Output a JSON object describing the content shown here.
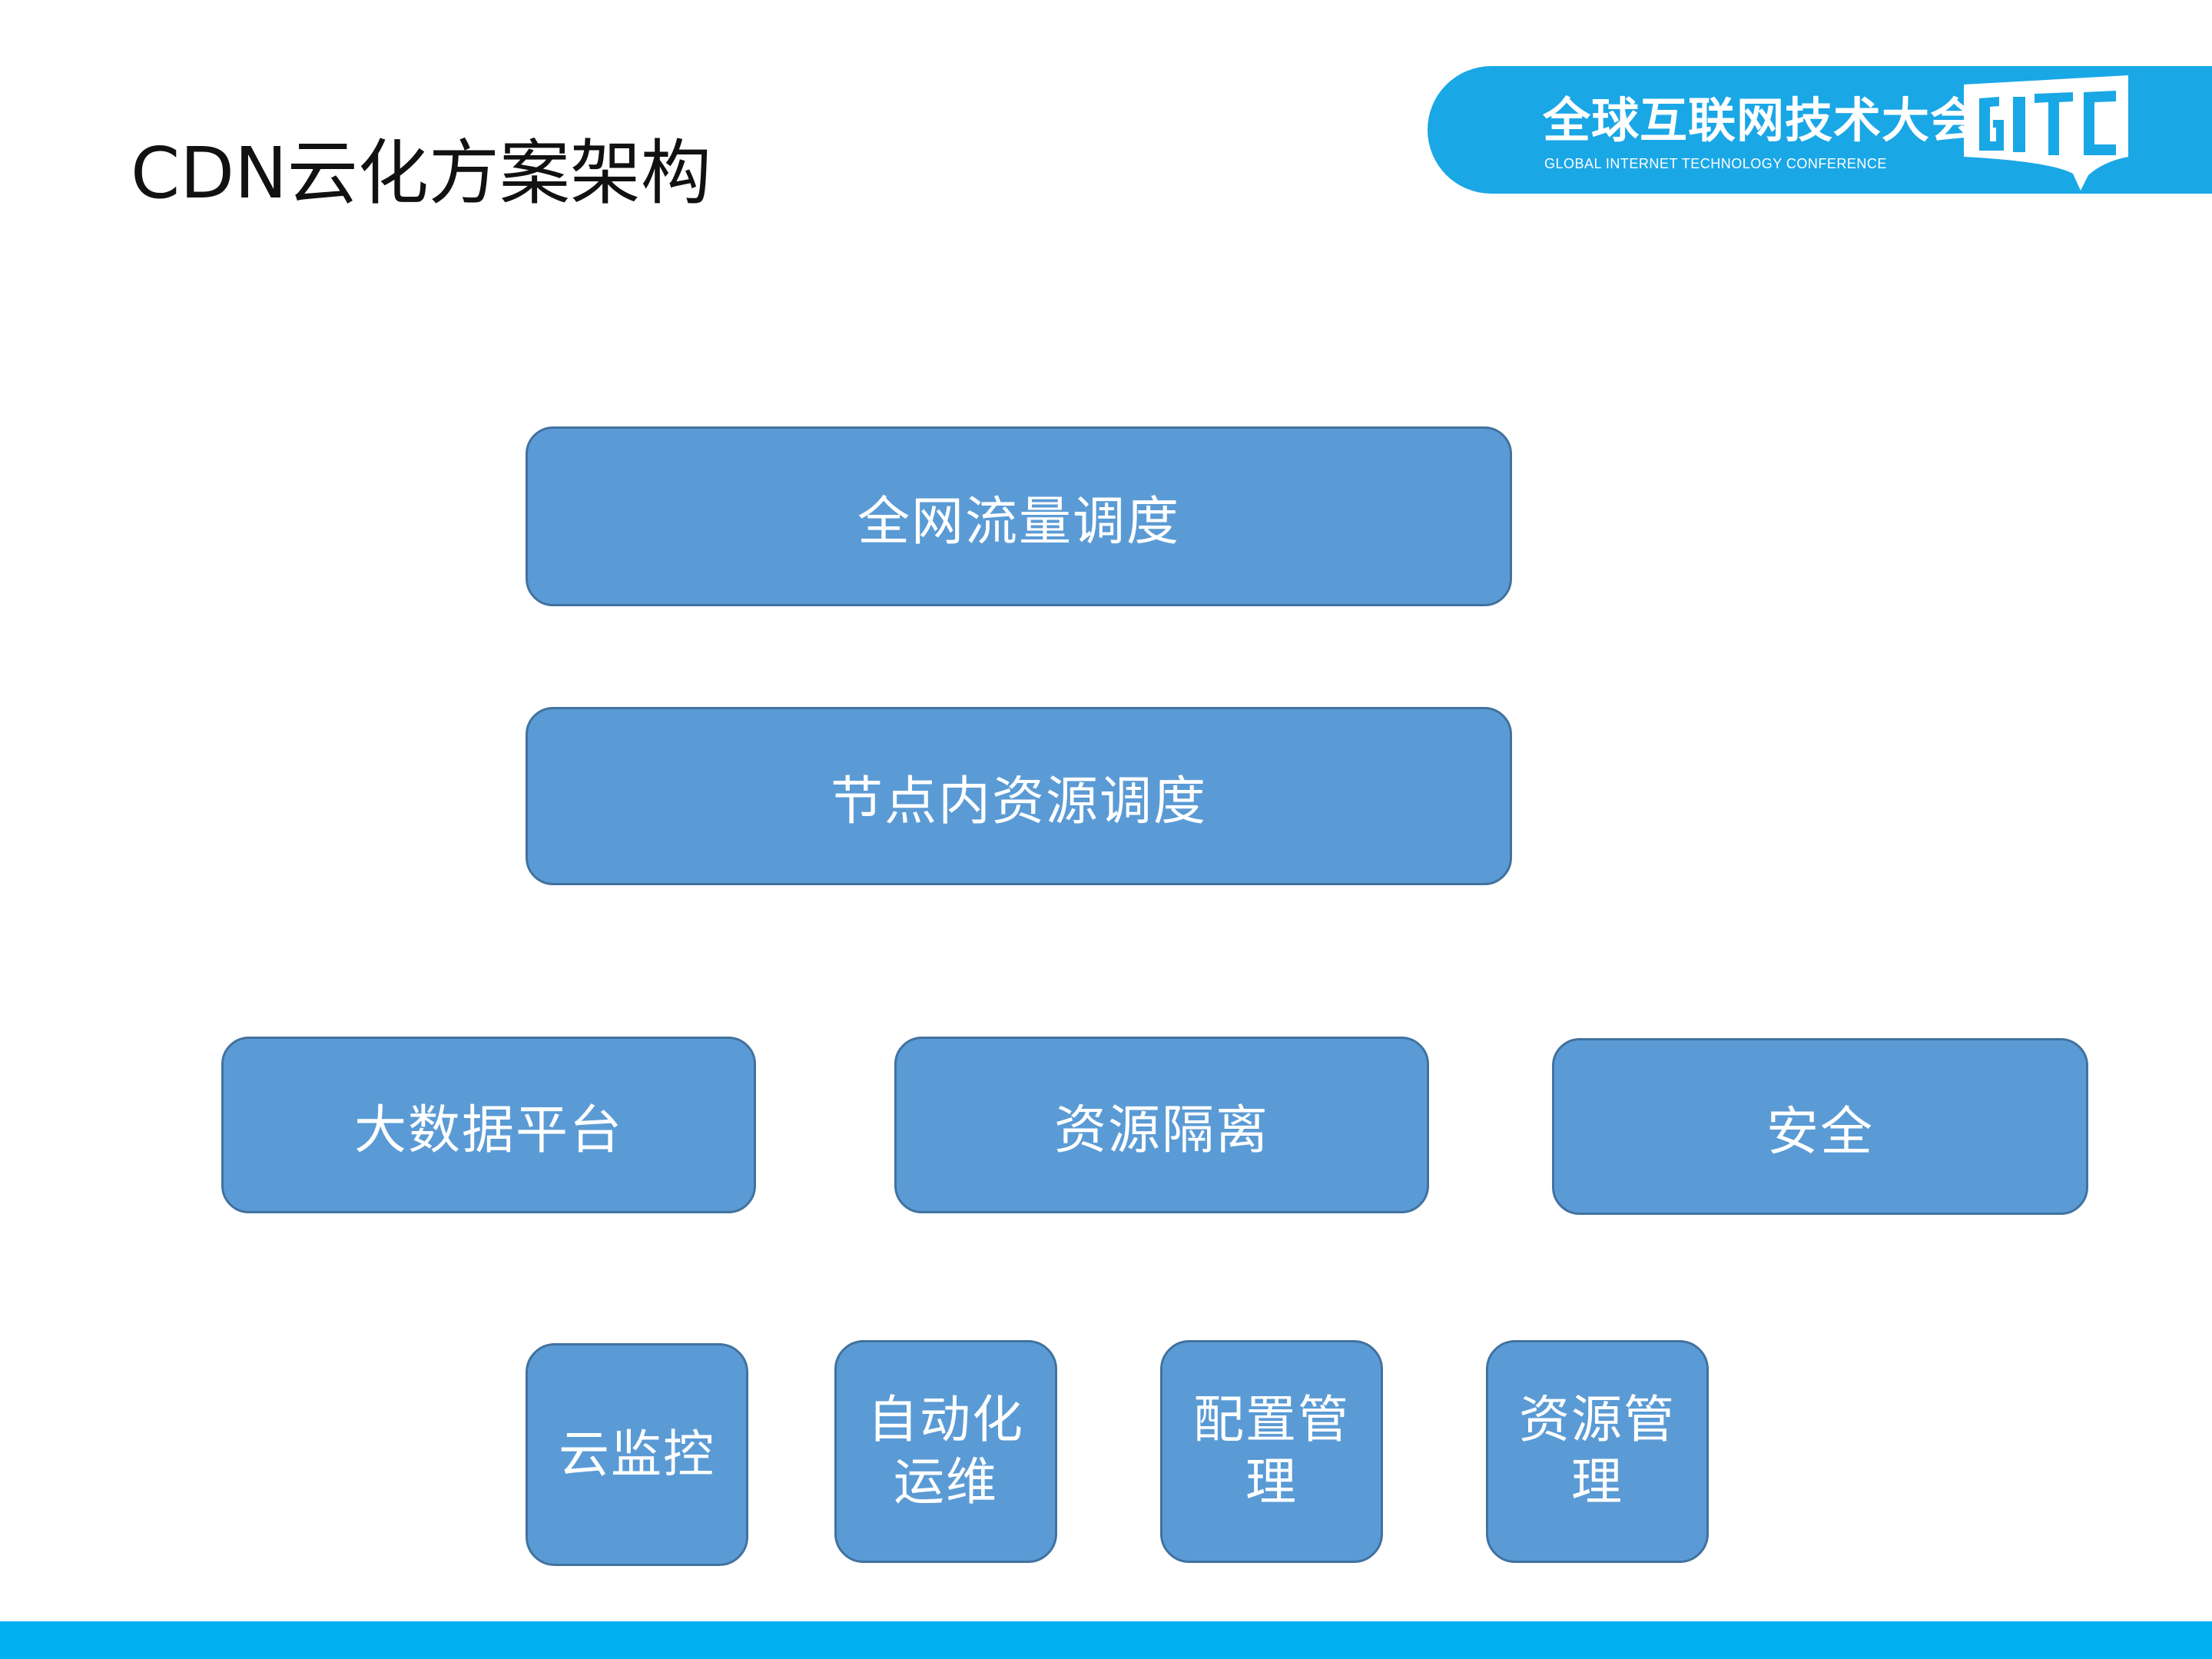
{
  "slide": {
    "title": "CDN云化方案架构"
  },
  "logo": {
    "title_cn": "全球互联网技术大会",
    "title_en": "GLOBAL INTERNET TECHNOLOGY CONFERENCE",
    "mark_text": "GITC"
  },
  "diagram": {
    "level1": "全网流量调度",
    "level2": "节点内资源调度",
    "level3": [
      "大数据平台",
      "资源隔离",
      "安全"
    ],
    "level4": [
      "云监控",
      "自动化运维",
      "配置管理",
      "资源管理"
    ]
  },
  "colors": {
    "box_fill": "#5b9bd5",
    "box_border": "#41729f",
    "accent": "#00b0f0",
    "logo_bg": "#1aa7e6"
  }
}
